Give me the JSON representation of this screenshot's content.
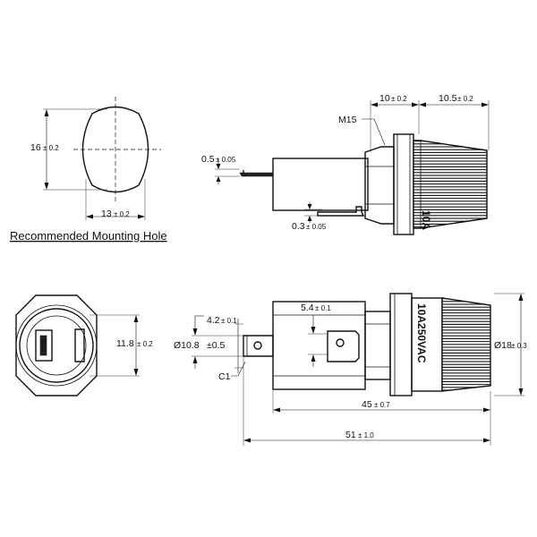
{
  "caption": "Recommended Mounting Hole",
  "marking": {
    "rating": "10A250VAC",
    "top_rating": "10A"
  },
  "dims": {
    "hole_height": {
      "value": "16",
      "tol": "± 0.2"
    },
    "hole_width": {
      "value": "13",
      "tol": "± 0.2"
    },
    "thread": {
      "label": "M15"
    },
    "nut_width": {
      "value": "10",
      "tol": "± 0.2"
    },
    "cap_length": {
      "value": "10.5",
      "tol": "± 0.2"
    },
    "terminal_thick_a": {
      "value": "0.5",
      "tol": "± 0.05"
    },
    "terminal_thick_b": {
      "value": "0.3",
      "tol": "± 0.05"
    },
    "panel_flat": {
      "value": "11.8",
      "tol": "± 0.2"
    },
    "terminal_width": {
      "value": "4.2",
      "tol": "± 0.1"
    },
    "body_dia": {
      "value": "Ø10.8",
      "tol": "±0.5"
    },
    "chamfer": {
      "label": "C1"
    },
    "terminal_spacing": {
      "value": "5.4",
      "tol": "± 0.1"
    },
    "cap_dia": {
      "value": "Ø18",
      "tol": "± 0.3"
    },
    "holder_length": {
      "value": "45",
      "tol": "± 0.7"
    },
    "overall_length": {
      "value": "51",
      "tol": "± 1.0"
    }
  }
}
